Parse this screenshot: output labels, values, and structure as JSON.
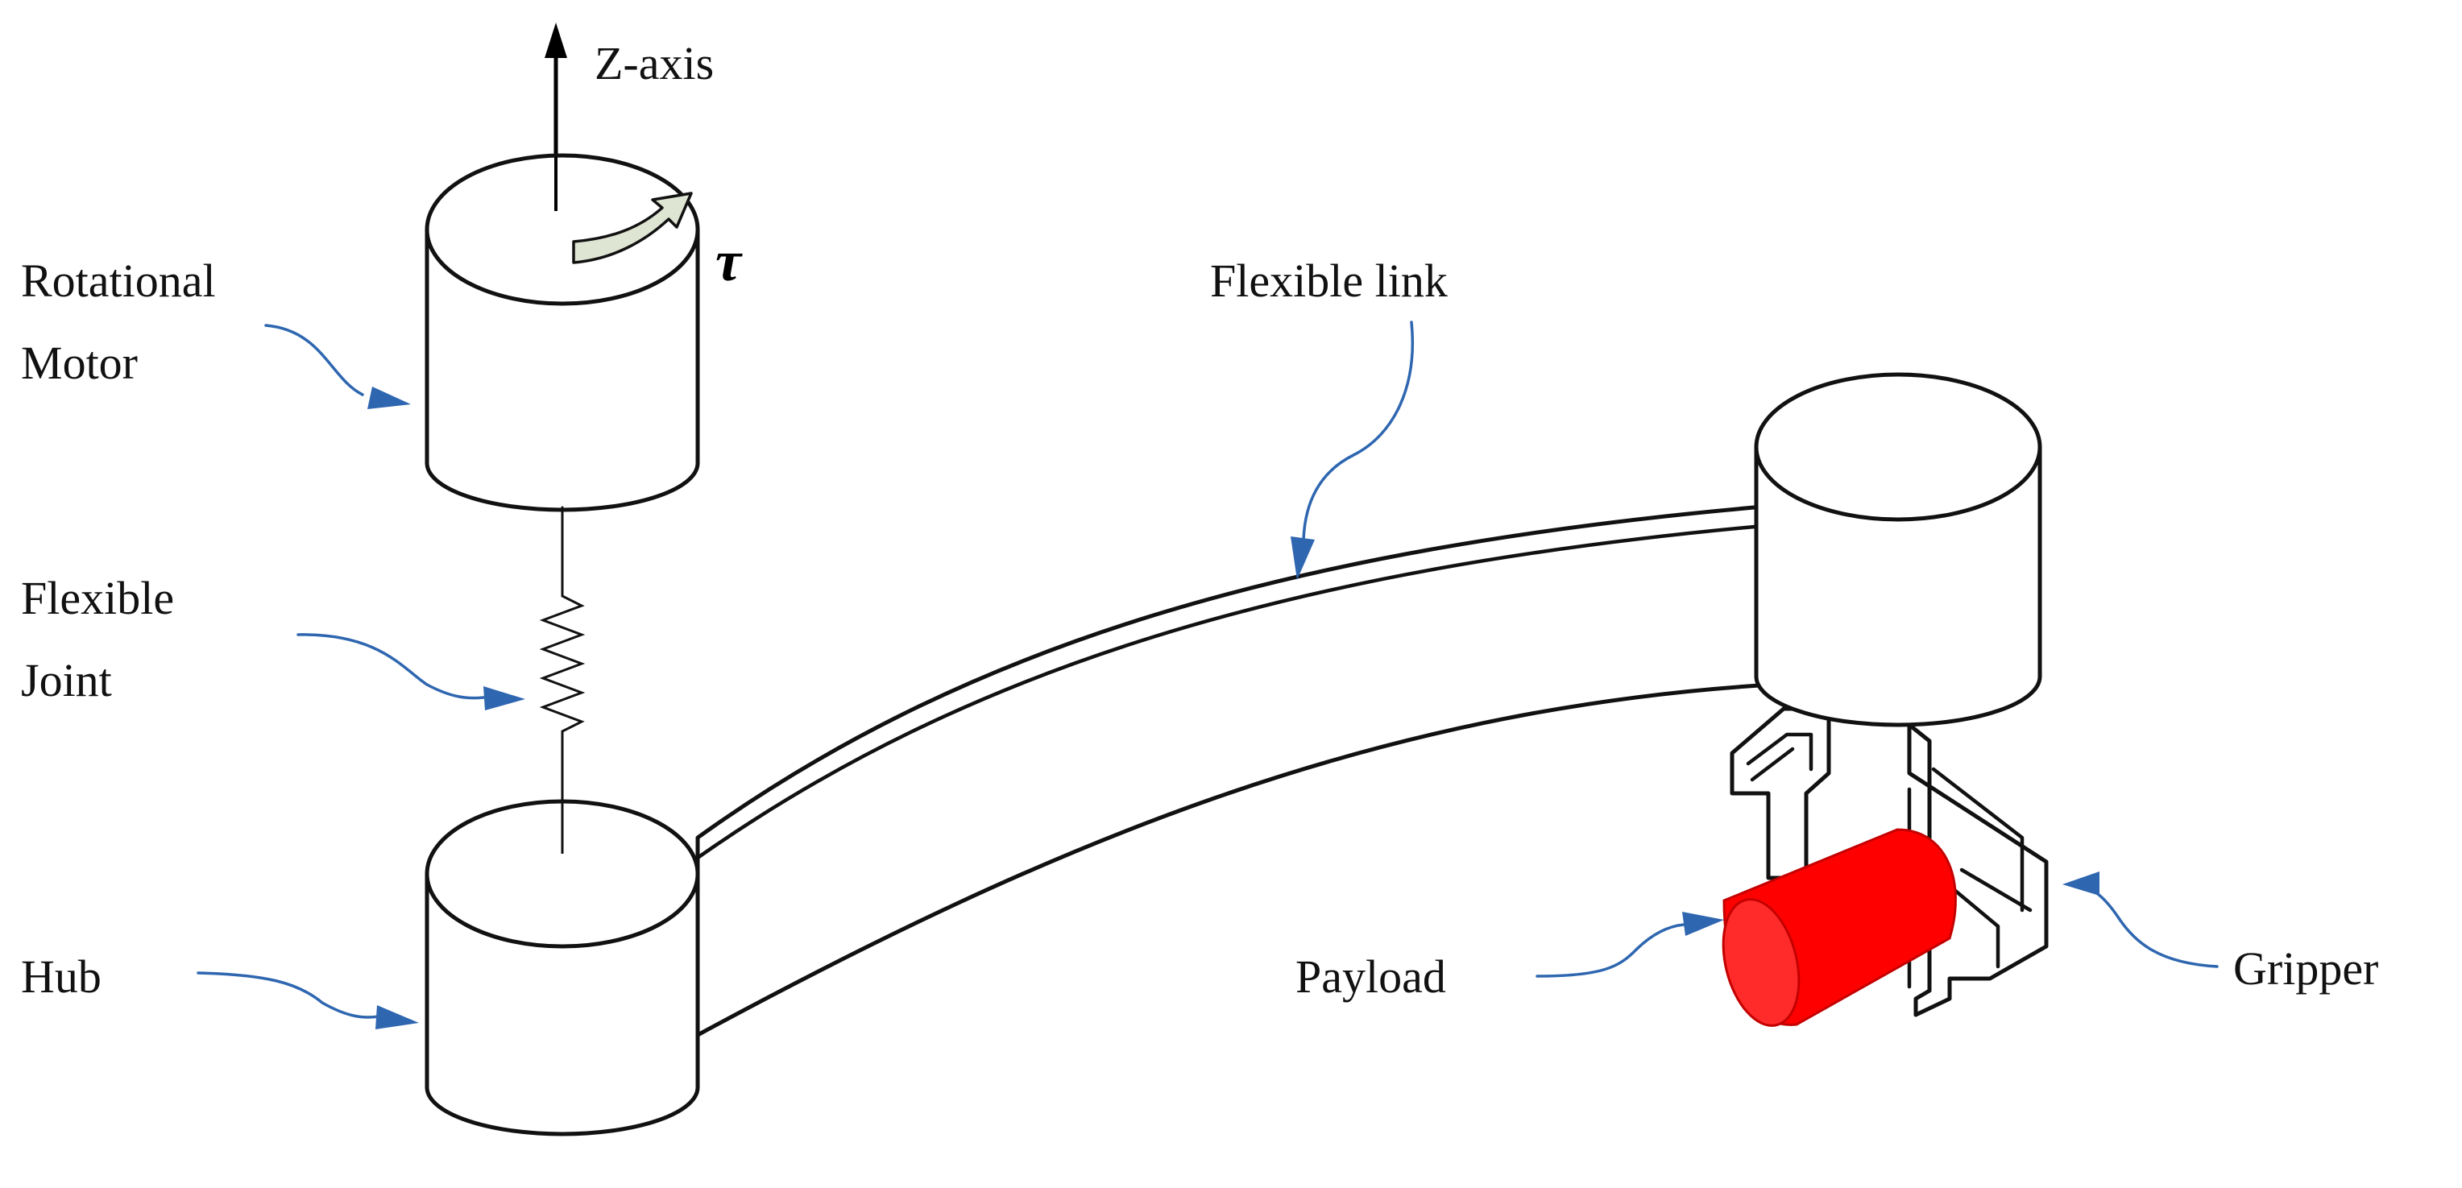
{
  "labels": {
    "z_axis": "Z-axis",
    "tau": "τ",
    "rotational_motor_line1": "Rotational",
    "rotational_motor_line2": "Motor",
    "flexible_joint_line1": "Flexible",
    "flexible_joint_line2": "Joint",
    "hub": "Hub",
    "flexible_link": "Flexible link",
    "payload": "Payload",
    "gripper": "Gripper"
  },
  "colors": {
    "leader_arrow": "#2e66b0",
    "payload": "#ff0000",
    "torque_arrow": "#dfe5d3",
    "outline": "#111111"
  }
}
